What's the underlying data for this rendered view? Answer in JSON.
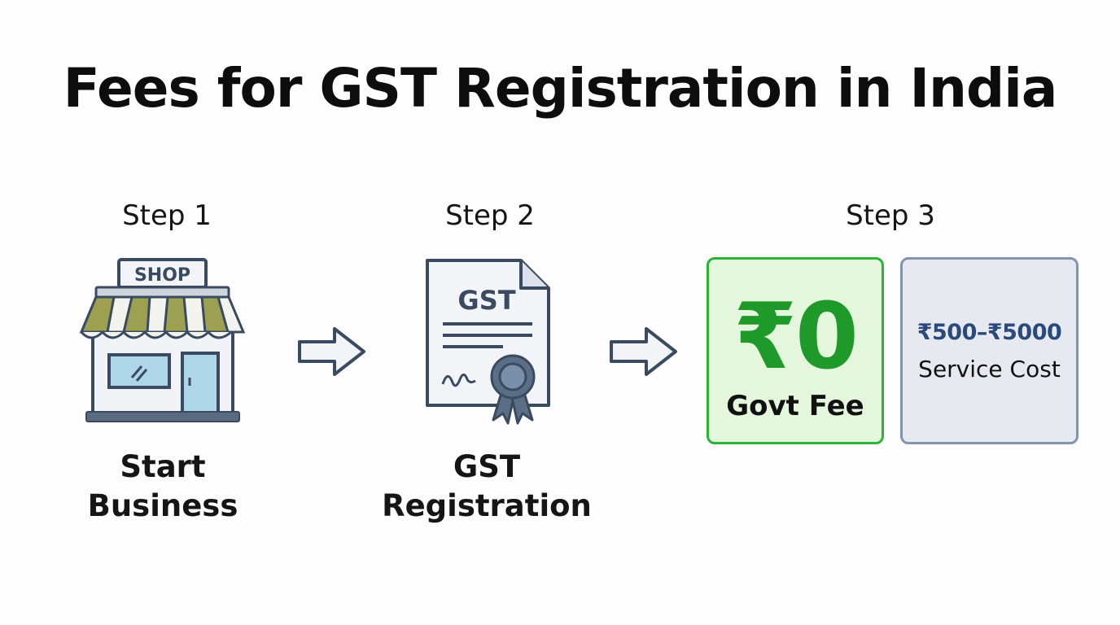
{
  "title": "Fees for GST Registration in India",
  "steps": [
    {
      "label": "Step 1",
      "caption_line1": "Start",
      "caption_line2": "Business",
      "icon": "shop-icon",
      "icon_text": "SHOP"
    },
    {
      "label": "Step 2",
      "caption_line1": "GST",
      "caption_line2": "Registration",
      "icon": "certificate-document-icon",
      "icon_text": "GST"
    },
    {
      "label": "Step 3"
    }
  ],
  "govt_fee": {
    "amount": "₹0",
    "label": "Govt Fee"
  },
  "service_cost": {
    "amount": "₹500–₹5000",
    "label": "Service Cost"
  },
  "colors": {
    "green_accent": "#2cb33a",
    "green_text": "#1f9a2a",
    "green_fill": "#e4f7dd",
    "blue_border": "#8494ad",
    "blue_fill": "#e6e9f0",
    "blue_text": "#2a4a7c",
    "awning_olive": "#9ca050",
    "shop_blue": "#aed6e8",
    "outline": "#3a4a60"
  }
}
